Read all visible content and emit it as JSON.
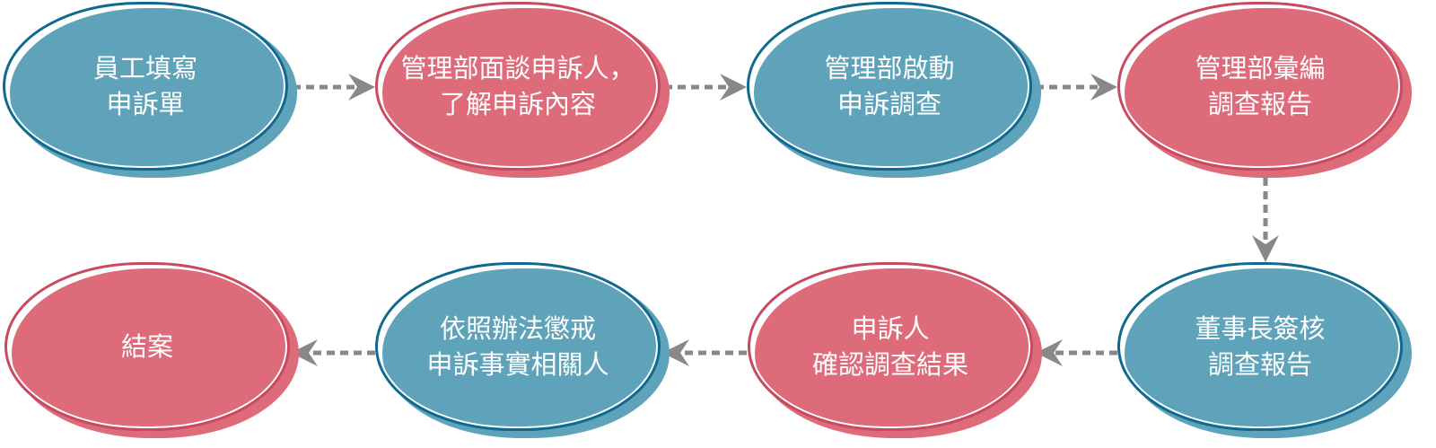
{
  "colors": {
    "blue_fill": "#5fa3bb",
    "blue_border": "#0e6a8f",
    "pink_fill": "#de6b7a",
    "pink_border": "#c94a60",
    "arrow": "#888888"
  },
  "nodes": [
    {
      "lines": [
        "員工填寫",
        "申訴單"
      ]
    },
    {
      "lines": [
        "管理部面談申訴人，",
        "了解申訴內容"
      ]
    },
    {
      "lines": [
        "管理部啟動",
        "申訴調查"
      ]
    },
    {
      "lines": [
        "管理部彙編",
        "調查報告"
      ]
    },
    {
      "lines": [
        "董事長簽核",
        "調查報告"
      ]
    },
    {
      "lines": [
        "申訴人",
        "確認調查結果"
      ]
    },
    {
      "lines": [
        "依照辦法懲戒",
        "申訴事實相關人"
      ]
    },
    {
      "lines": [
        "結案"
      ]
    }
  ]
}
